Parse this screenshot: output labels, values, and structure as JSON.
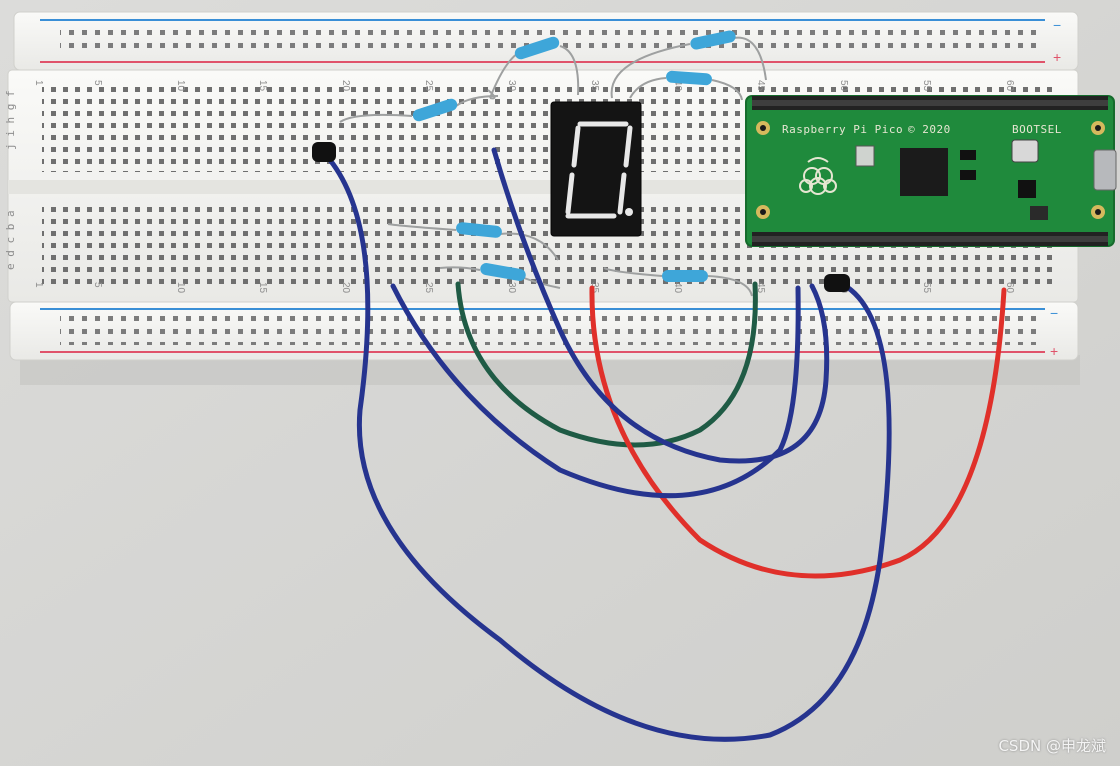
{
  "colors": {
    "background": "#d9d9d6",
    "breadboard": "#f1f1ee",
    "rail_blue": "#3a8fd6",
    "rail_red": "#e0536a",
    "pico_green": "#1f8a3c",
    "wire_blue": "#26348f",
    "wire_red": "#e0302a",
    "wire_green": "#1f5b45",
    "resistor_body": "#3ea6d9"
  },
  "breadboard": {
    "column_numbers_top": [
      "1",
      "5",
      "10",
      "15",
      "20",
      "25",
      "30",
      "35",
      "40",
      "45",
      "50",
      "55",
      "60"
    ],
    "column_numbers_bottom": [
      "1",
      "5",
      "10",
      "15",
      "20",
      "25",
      "30",
      "35",
      "40",
      "45",
      "50",
      "55",
      "60"
    ],
    "row_letters_top": "j i h g f",
    "row_letters_bottom": "e d c b a",
    "rail_signs": [
      "−",
      "+",
      "−",
      "+"
    ]
  },
  "pico": {
    "board_text": "Raspberry Pi Pico",
    "year_text": "© 2020",
    "bootsel_text": "BOOTSEL"
  },
  "display": {
    "type": "7-segment display",
    "shown_digit": "0"
  },
  "watermark": "CSDN @申龙斌"
}
